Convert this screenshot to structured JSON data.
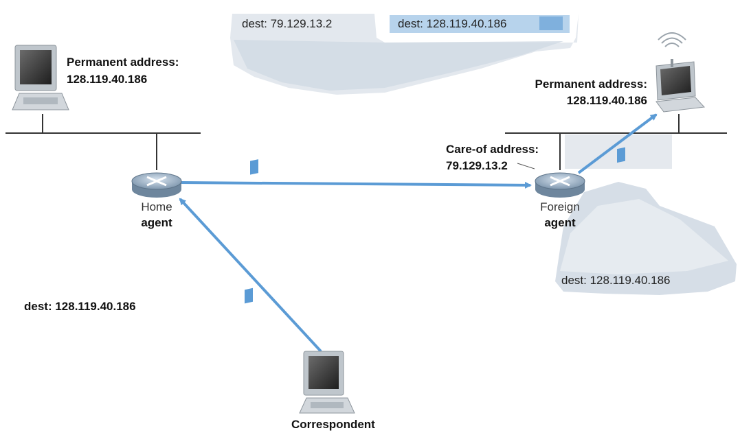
{
  "colors": {
    "link": "#5b9bd5",
    "packet_shadow": "#c9d3de",
    "packet_light": "#e3e8ee",
    "dest_highlight": "#b7d3ec",
    "router_fill": "#9fb3c8",
    "lan_line": "#333333"
  },
  "home_host": {
    "perm_label": "Permanent address:",
    "perm_value": "128.119.40.186",
    "icon": "desktop-computer-icon"
  },
  "home_agent": {
    "line1": "Home",
    "line2": "agent",
    "icon": "router-icon"
  },
  "foreign_agent": {
    "line1": "Foreign",
    "line2": "agent",
    "icon": "router-icon",
    "care_of_label": "Care-of address:",
    "care_of_value": "79.129.13.2"
  },
  "mobile_host": {
    "perm_label": "Permanent address:",
    "perm_value": "128.119.40.186",
    "icon": "laptop-wireless-icon"
  },
  "correspondent": {
    "label": "Correspondent",
    "icon": "desktop-computer-icon"
  },
  "tunnel_packet": {
    "outer_dest": "dest: 79.129.13.2",
    "inner_dest": "dest: 128.119.40.186"
  },
  "delivered_packet": {
    "dest": "dest: 128.119.40.186"
  },
  "original_packet": {
    "dest": "dest: 128.119.40.186"
  }
}
